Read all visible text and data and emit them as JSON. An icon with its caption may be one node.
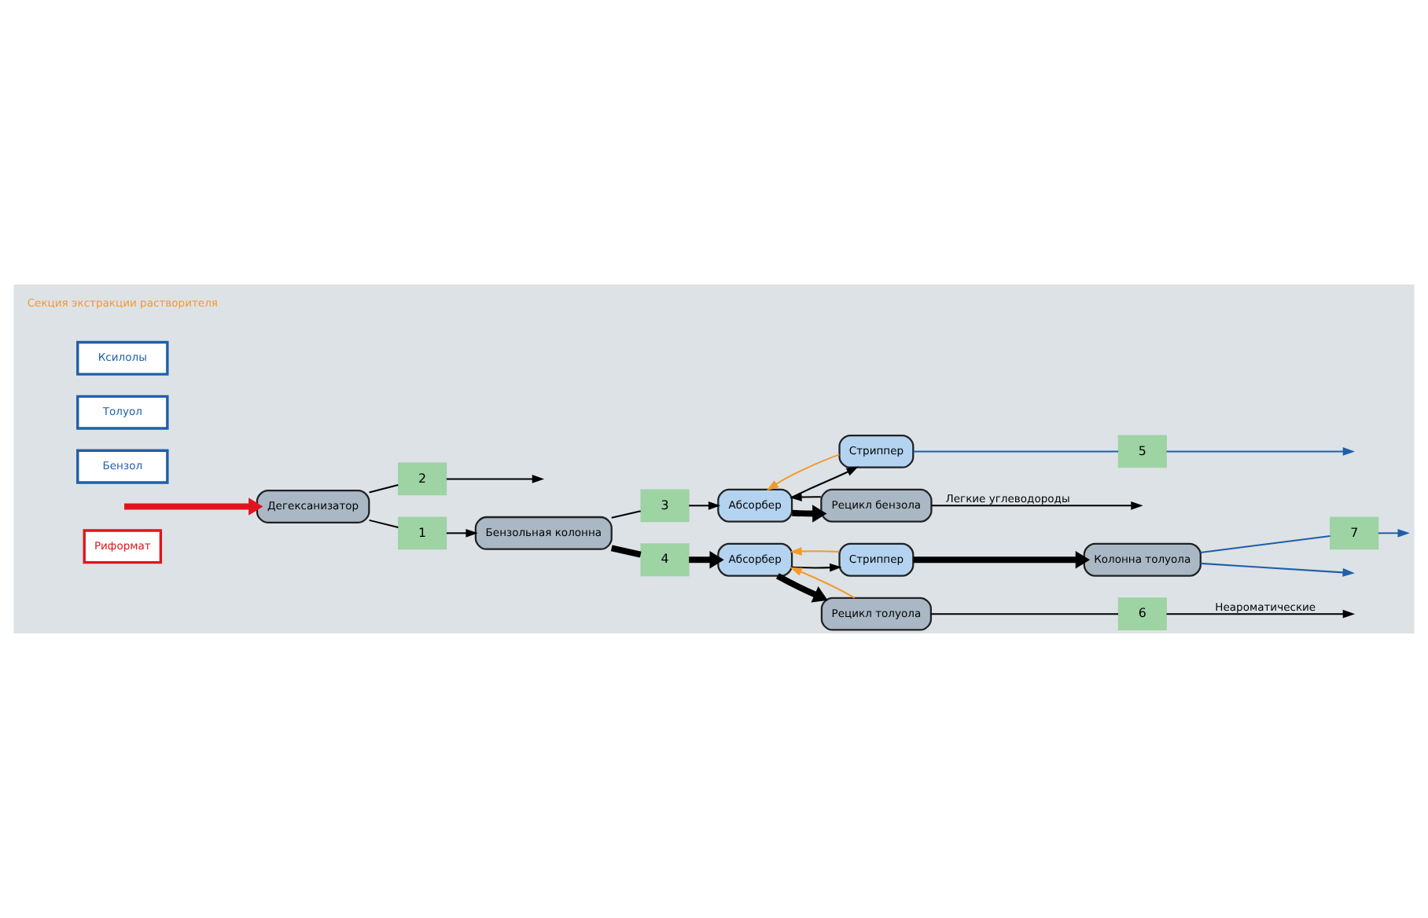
{
  "diagram": {
    "nodes": [
      {
        "text": [
          "Риформат"
        ]
      },
      {
        "text": [
          "Дегексанизатор"
        ]
      },
      {
        "text": [
          "2"
        ]
      },
      {
        "text": [
          "1"
        ]
      },
      {
        "text": [
          "Бензольная колонна"
        ]
      },
      {
        "text": [
          "3"
        ]
      },
      {
        "text": [
          "4"
        ]
      },
      {
        "text": [
          "Абсорбер"
        ]
      },
      {
        "text": [
          "Стриппер"
        ]
      },
      {
        "text": [
          "Абсорбер"
        ]
      },
      {
        "text": [
          "Стриппер"
        ]
      },
      {
        "text": [
          "5"
        ]
      },
      {
        "text": [
          "Бензол"
        ]
      },
      {
        "text": [
          "Рецикл бензола"
        ]
      },
      {
        "text": [
          "6"
        ]
      },
      {
        "text": [
          "Рецикл толуола"
        ]
      },
      {
        "text": [
          "Колонна толуола"
        ]
      },
      {
        "text": [
          "Толуол"
        ]
      },
      {
        "text": [
          "7"
        ]
      },
      {
        "text": [
          "Ксилолы"
        ]
      }
    ],
    "edges": [
      {
        "from": null,
        "to": 1,
        "arrow": "to",
        "style": "thick",
        "color": "#e0141e"
      },
      {
        "from": 1,
        "to": 2,
        "arrow": "none"
      },
      {
        "from": 2,
        "to": null,
        "arrow": "to"
      },
      {
        "from": 1,
        "to": 3,
        "arrow": "none"
      },
      {
        "from": 3,
        "to": 4,
        "arrow": "to"
      },
      {
        "from": 4,
        "to": 5,
        "arrow": "none"
      },
      {
        "from": 5,
        "to": 7,
        "arrow": "to"
      },
      {
        "from": 4,
        "to": 6,
        "arrow": "none",
        "style": "thick"
      },
      {
        "from": 6,
        "to": 9,
        "arrow": "to",
        "style": "thick"
      },
      {
        "from": 7,
        "to": 8,
        "arrow": "to"
      },
      {
        "from": 8,
        "to": 7,
        "arrow": "to",
        "color": "#f39a2c"
      },
      {
        "from": 8,
        "to": 11,
        "arrow": "none",
        "color": "#1f5fa8"
      },
      {
        "from": 11,
        "to": null,
        "arrow": "to",
        "color": "#1f5fa8"
      },
      {
        "from": 7,
        "to": 13,
        "arrow": "to",
        "style": "thick"
      },
      {
        "from": 13,
        "to": null,
        "arrow": "to",
        "label": "Легкие углеводороды"
      },
      {
        "from": 13,
        "to": 7,
        "arrow": "to"
      },
      {
        "from": 9,
        "to": 10,
        "arrow": "to"
      },
      {
        "from": 10,
        "to": 9,
        "arrow": "to",
        "color": "#f39a2c"
      },
      {
        "from": 9,
        "to": 15,
        "arrow": "to",
        "style": "thick"
      },
      {
        "from": 10,
        "to": 16,
        "arrow": "to",
        "style": "thick"
      },
      {
        "from": 15,
        "to": 14,
        "arrow": "none"
      },
      {
        "from": 14,
        "to": null,
        "arrow": "to",
        "label": "Неароматические"
      },
      {
        "from": 15,
        "to": 9,
        "arrow": "to",
        "color": "#f39a2c"
      },
      {
        "from": 16,
        "to": null,
        "arrow": "to",
        "color": "#1f5fa8"
      },
      {
        "from": 16,
        "to": 18,
        "arrow": "none",
        "color": "#1f5fa8"
      },
      {
        "from": 18,
        "to": null,
        "arrow": "to",
        "color": "#1f5fa8"
      }
    ],
    "labels": [
      "Секция экстракции растворителя"
    ]
  }
}
